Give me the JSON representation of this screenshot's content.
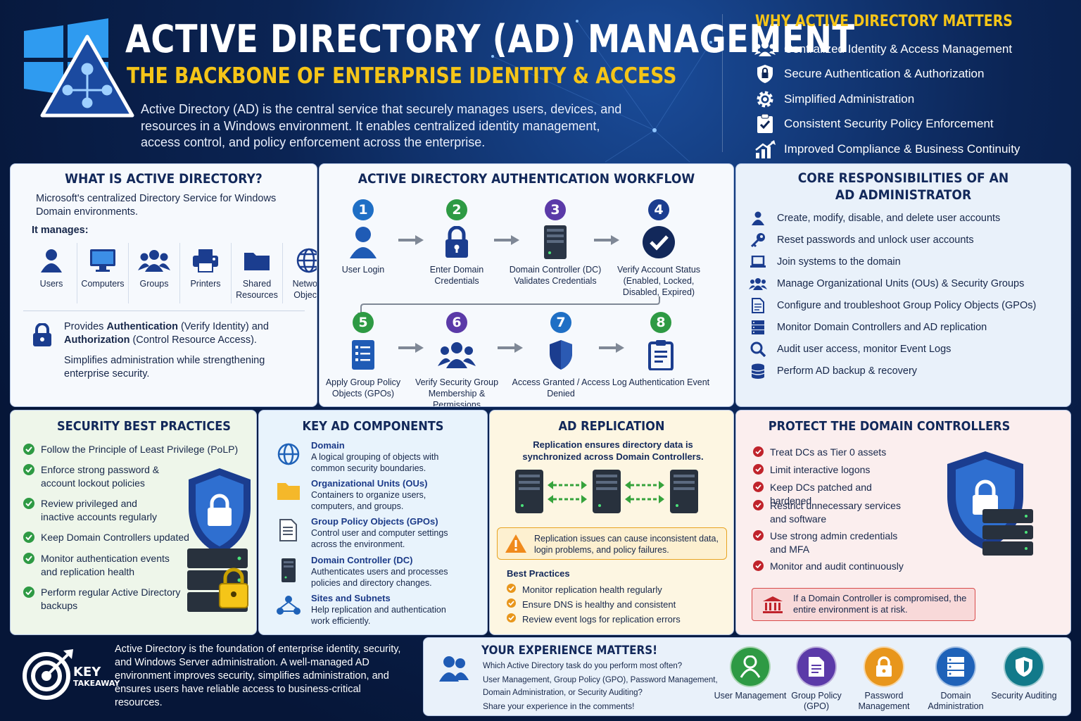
{
  "header": {
    "title": "ACTIVE DIRECTORY (AD) MANAGEMENT",
    "subtitle": "THE BACKBONE OF ENTERPRISE IDENTITY & ACCESS",
    "intro": "Active Directory (AD) is the central service that securely manages users, devices, and resources in a Windows environment. It enables centralized identity management, access control, and policy enforcement across the enterprise."
  },
  "why": {
    "title": "WHY ACTIVE DIRECTORY MATTERS",
    "items": [
      {
        "label": "Centralized Identity & Access Management",
        "icon": "users-icon"
      },
      {
        "label": "Secure Authentication & Authorization",
        "icon": "shield-lock-icon"
      },
      {
        "label": "Simplified Administration",
        "icon": "gear-icon"
      },
      {
        "label": "Consistent Security Policy Enforcement",
        "icon": "clipboard-check-icon"
      },
      {
        "label": "Improved Compliance & Business Continuity",
        "icon": "growth-chart-icon"
      }
    ]
  },
  "what_is": {
    "title": "WHAT IS ACTIVE DIRECTORY?",
    "desc": "Microsoft's centralized Directory Service for Windows Domain environments.",
    "manages_label": "It manages:",
    "manages": [
      {
        "label": "Users",
        "icon": "user-icon"
      },
      {
        "label": "Computers",
        "icon": "monitor-icon"
      },
      {
        "label": "Groups",
        "icon": "group-icon"
      },
      {
        "label": "Printers",
        "icon": "printer-icon"
      },
      {
        "label": "Shared Resources",
        "icon": "folder-icon"
      },
      {
        "label": "Network Objects",
        "icon": "globe-icon"
      }
    ],
    "auth_pre": "Provides ",
    "auth_b1": "Authentication",
    "auth_mid": " (Verify Identity) and ",
    "auth_b2": "Authorization",
    "auth_post": " (Control Resource Access).",
    "simplifies": "Simplifies administration while strengthening enterprise security."
  },
  "workflow": {
    "title": "ACTIVE DIRECTORY AUTHENTICATION WORKFLOW",
    "steps": [
      {
        "num": "1",
        "label": "User Login",
        "color": "#1f6fc5"
      },
      {
        "num": "2",
        "label": "Enter Domain Credentials",
        "color": "#2e9a44"
      },
      {
        "num": "3",
        "label": "Domain Controller (DC) Validates Credentials",
        "color": "#5b3aa8"
      },
      {
        "num": "4",
        "label": "Verify Account Status (Enabled, Locked, Disabled, Expired)",
        "color": "#1b3d8f"
      },
      {
        "num": "5",
        "label": "Apply Group Policy Objects (GPOs)",
        "color": "#2e9a44"
      },
      {
        "num": "6",
        "label": "Verify Security Group Membership & Permissions",
        "color": "#5b3aa8"
      },
      {
        "num": "7",
        "label": "Access Granted / Access Denied",
        "color": "#1f6fc5"
      },
      {
        "num": "8",
        "label": "Log Authentication Event",
        "color": "#2e9a44"
      }
    ]
  },
  "core": {
    "title_1": "CORE RESPONSIBILITIES OF AN",
    "title_2": "AD ADMINISTRATOR",
    "items": [
      "Create, modify, disable, and delete user accounts",
      "Reset passwords and unlock user accounts",
      "Join systems to the domain",
      "Manage Organizational Units (OUs) & Security Groups",
      "Configure and troubleshoot Group Policy Objects (GPOs)",
      "Monitor Domain Controllers and AD replication",
      "Audit user access, monitor Event Logs",
      "Perform AD backup & recovery"
    ]
  },
  "security": {
    "title": "SECURITY BEST PRACTICES",
    "items": [
      "Follow the Principle of Least Privilege (PoLP)",
      "Enforce strong password & account lockout policies",
      "Review privileged and inactive accounts regularly",
      "Keep Domain Controllers updated",
      "Monitor authentication events and replication health",
      "Perform regular Active Directory backups"
    ]
  },
  "components": {
    "title": "KEY AD COMPONENTS",
    "items": [
      {
        "name": "Domain",
        "desc": "A logical grouping of objects with common security boundaries."
      },
      {
        "name": "Organizational Units (OUs)",
        "desc": "Containers to organize users, computers, and groups."
      },
      {
        "name": "Group Policy Objects (GPOs)",
        "desc": "Control user and computer settings across the environment."
      },
      {
        "name": "Domain Controller (DC)",
        "desc": "Authenticates users and processes policies and directory changes."
      },
      {
        "name": "Sites and Subnets",
        "desc": "Help replication and authentication work efficiently."
      }
    ]
  },
  "replication": {
    "title": "AD REPLICATION",
    "desc": "Replication ensures directory data is synchronized across Domain Controllers.",
    "warning": "Replication issues can cause inconsistent data, login problems, and policy failures.",
    "bp_title": "Best Practices",
    "bp": [
      "Monitor replication health regularly",
      "Ensure DNS is healthy and consistent",
      "Review event logs for replication errors"
    ]
  },
  "protect": {
    "title": "PROTECT THE DOMAIN CONTROLLERS",
    "items": [
      "Treat DCs as Tier 0 assets",
      "Limit interactive logons",
      "Keep DCs patched and hardened",
      "Restrict unnecessary services and software",
      "Use strong admin credentials and MFA",
      "Monitor and audit continuously"
    ],
    "alert": "If a Domain Controller is compromised, the entire environment is at risk."
  },
  "takeaway": {
    "label_1": "KEY",
    "label_2": "TAKEAWAY",
    "text": "Active Directory is the foundation of enterprise identity, security, and Windows Server administration. A well-managed AD environment improves security, simplifies administration, and ensures users have reliable access to business-critical resources."
  },
  "experience": {
    "title": "YOUR EXPERIENCE MATTERS!",
    "q1": "Which Active Directory task do you perform most often?",
    "q2": "User Management, Group Policy (GPO), Password Management, Domain Administration, or Security Auditing?",
    "q3": "Share your experience in the comments!",
    "options": [
      {
        "label": "User Management",
        "color": "#2e9a44"
      },
      {
        "label": "Group Policy (GPO)",
        "color": "#5b3aa8"
      },
      {
        "label": "Password Management",
        "color": "#e8961c"
      },
      {
        "label": "Domain Administration",
        "color": "#1f62b8"
      },
      {
        "label": "Security Auditing",
        "color": "#127a8a"
      }
    ]
  }
}
